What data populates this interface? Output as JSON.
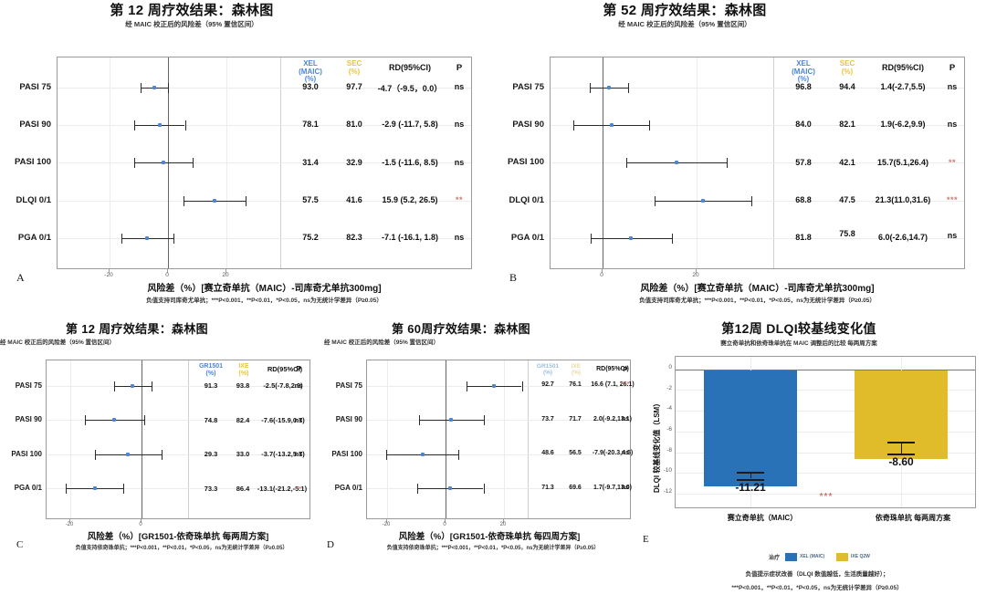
{
  "colors": {
    "point": "#4a86d6",
    "xel": "#4a86d6",
    "sec": "#e8c33c",
    "sig": "#c97b72",
    "bar_blue": "#2a72b8",
    "bar_yellow": "#e0bc2a",
    "axis": "#9a9a9a",
    "grid": "#ececec"
  },
  "panels": {
    "A": {
      "letter": "A",
      "title": "第 12 周疗效结果：森林图",
      "subtitle": "经 MAIC 校正后的风险差（95% 置信区间）",
      "columns": [
        "XEL\n(MAIC)\n(%)",
        "SEC\n(%)",
        "RD(95%CI)",
        "P"
      ],
      "col_xel": "XEL\n(MAIC)\n(%)",
      "col_sec": "SEC\n(%)",
      "col_rd": "RD(95%CI)",
      "col_p": "P",
      "axis_title": "风险差（%）[赛立奇单抗（MAIC）-司库奇尤单抗300mg]",
      "footnote": "负值支持司库奇尤单抗；***P<0.001，**P<0.01，*P<0.05，ns为无统计学差异（P≥0.05）",
      "xticks": [
        "-20",
        "0",
        "20"
      ],
      "xlim": [
        -28,
        36
      ],
      "rows": [
        {
          "label": "PASI 75",
          "xel": "93.0",
          "sec": "97.7",
          "rd": "-4.7（-9.5，0.0）",
          "p": "ns",
          "est": -4.7,
          "lo": -9.5,
          "hi": 0.0
        },
        {
          "label": "PASI 90",
          "xel": "78.1",
          "sec": "81.0",
          "rd": "-2.9 (-11.7, 5.8)",
          "p": "ns",
          "est": -2.9,
          "lo": -11.7,
          "hi": 5.8
        },
        {
          "label": "PASI 100",
          "xel": "31.4",
          "sec": "32.9",
          "rd": "-1.5 (-11.6, 8.5)",
          "p": "ns",
          "est": -1.5,
          "lo": -11.6,
          "hi": 8.5
        },
        {
          "label": "DLQI 0/1",
          "xel": "57.5",
          "sec": "41.6",
          "rd": "15.9 (5.2, 26.5)",
          "p": "**",
          "est": 15.9,
          "lo": 5.2,
          "hi": 26.5
        },
        {
          "label": "PGA 0/1",
          "xel": "75.2",
          "sec": "82.3",
          "rd": "-7.1 (-16.1, 1.8)",
          "p": "ns",
          "est": -7.1,
          "lo": -16.1,
          "hi": 1.8
        }
      ]
    },
    "B": {
      "letter": "B",
      "title": "第 52 周疗效结果：森林图",
      "subtitle": "经 MAIC 校正后的风险差（95% 置信区间）",
      "col_xel": "XEL\n(MAIC)\n(%)",
      "col_sec": "SEC\n(%)",
      "col_rd": "RD(95%CI)",
      "col_p": "P",
      "axis_title": "风险差（%）[赛立奇单抗（MAIC）-司库奇尤单抗300mg]",
      "footnote": "负值支持司库奇尤单抗；***P<0.001，**P<0.01，*P<0.05，ns为无统计学差异（P≥0.05）",
      "xticks": [
        "0",
        "20"
      ],
      "xlim": [
        -12,
        36
      ],
      "rows": [
        {
          "label": "PASI 75",
          "xel": "96.8",
          "sec": "94.4",
          "rd": "1.4(-2.7,5.5)",
          "p": "ns",
          "est": 1.4,
          "lo": -2.7,
          "hi": 5.5
        },
        {
          "label": "PASI 90",
          "xel": "84.0",
          "sec": "82.1",
          "rd": "1.9(-6.2,9.9)",
          "p": "ns",
          "est": 1.9,
          "lo": -6.2,
          "hi": 9.9
        },
        {
          "label": "PASI 100",
          "xel": "57.8",
          "sec": "42.1",
          "rd": "15.7(5.1,26.4)",
          "p": "**",
          "est": 15.7,
          "lo": 5.1,
          "hi": 26.4
        },
        {
          "label": "DLQI 0/1",
          "xel": "68.8",
          "sec": "47.5",
          "rd": "21.3(11.0,31.6)",
          "p": "***",
          "est": 21.3,
          "lo": 11.0,
          "hi": 31.6
        },
        {
          "label": "PGA 0/1",
          "xel": "81.8",
          "sec": "75.8",
          "rd": "6.0(-2.6,14.7)",
          "p": "ns",
          "est": 6.0,
          "lo": -2.6,
          "hi": 14.7
        }
      ]
    },
    "C": {
      "letter": "C",
      "title": "第 12 周疗效结果：森林图",
      "subtitle": "经 MAIC 校正后的风险差（95% 置信区间）",
      "col_xel": "GR1501\n(%)",
      "col_sec": "IXE\n(%)",
      "col_rd": "RD(95%CI)",
      "col_p": "P",
      "axis_title": "风险差（%）[GR1501-依奇珠单抗 每两周方案]",
      "footnote": "负值支持依奇珠单抗；***P<0.001，**P<0.01，*P<0.05，ns为无统计学差异（P≥0.05）",
      "xticks": [
        "-20",
        "0"
      ],
      "xlim": [
        -26,
        14
      ],
      "rows": [
        {
          "label": "PASI 75",
          "xel": "91.3",
          "sec": "93.8",
          "rd": "-2.5(-7.8,2.9)",
          "p": "ns",
          "est": -2.5,
          "lo": -7.8,
          "hi": 2.9
        },
        {
          "label": "PASI 90",
          "xel": "74.8",
          "sec": "82.4",
          "rd": "-7.6(-15.9,0.7)",
          "p": "ns",
          "est": -7.6,
          "lo": -15.9,
          "hi": 0.7
        },
        {
          "label": "PASI 100",
          "xel": "29.3",
          "sec": "33.0",
          "rd": "-3.7(-13.2,5.7)",
          "p": "ns",
          "est": -3.7,
          "lo": -13.2,
          "hi": 5.7
        },
        {
          "label": "PGA 0/1",
          "xel": "73.3",
          "sec": "86.4",
          "rd": "-13.1(-21.2,-5.1)",
          "p": "**",
          "est": -13.1,
          "lo": -21.2,
          "hi": -5.1
        }
      ]
    },
    "D": {
      "letter": "D",
      "title": "第 60周疗效结果：森林图",
      "subtitle": "经 MAIC 校正后的风险差（95% 置信区间）",
      "col_xel": "GR1501\n(%)",
      "col_sec": "IXE\n(%)",
      "col_rd": "RD(95%CI)",
      "col_p": "P",
      "axis_title": "风险差（%）[GR1501-依奇珠单抗 每四周方案]",
      "footnote": "负值支持依奇珠单抗；***P<0.001，**P<0.01，*P<0.05，ns为无统计学差异（P≥0.05）",
      "xticks": [
        "-20",
        "0",
        "20"
      ],
      "xlim": [
        -28,
        34
      ],
      "rows": [
        {
          "label": "PASI 75",
          "xel": "92.7",
          "sec": "76.1",
          "rd": "16.6 (7.1, 26.1)",
          "p": "***",
          "est": 16.6,
          "lo": 7.1,
          "hi": 26.1
        },
        {
          "label": "PASI 90",
          "xel": "73.7",
          "sec": "71.7",
          "rd": "2.0(-9.2,13.1)",
          "p": "ns",
          "est": 2.0,
          "lo": -9.2,
          "hi": 13.1
        },
        {
          "label": "PASI 100",
          "xel": "48.6",
          "sec": "56.5",
          "rd": "-7.9(-20.3,4.5)",
          "p": "ns",
          "est": -7.9,
          "lo": -20.3,
          "hi": 4.5
        },
        {
          "label": "PGA 0/1",
          "xel": "71.3",
          "sec": "69.6",
          "rd": "1.7(-9.7,13.0)",
          "p": "ns",
          "est": 1.7,
          "lo": -9.7,
          "hi": 13.0
        }
      ]
    },
    "E": {
      "letter": "E",
      "title": "第12周 DLQI较基线变化值",
      "subtitle": "赛立奇单抗和依奇珠单抗在 MAIC 调整后的比较 每两周方案",
      "ylabel": "DLQI 较基线变化值（LSM）",
      "yticks": [
        "0",
        "-2",
        "-4",
        "-6",
        "-8",
        "-10",
        "-12"
      ],
      "sig_marker": "***",
      "legend_title": "治疗",
      "legend_items": [
        {
          "label": "XEL (MAIC)",
          "color": "#2a72b8"
        },
        {
          "label": "IXE Q2W",
          "color": "#e0bc2a"
        }
      ],
      "footnote1": "负值提示症状改善（DLQI 数值越低，生活质量越好）；",
      "footnote2": "***P<0.001，**P<0.01，*P<0.05，ns为无统计学差异（P≥0.05）",
      "categories": [
        "赛立奇单抗（MAIC）",
        "依奇珠单抗 每两周方案"
      ],
      "values": [
        -11.21,
        -8.6
      ],
      "value_labels": [
        "-11.21",
        "-8.60"
      ],
      "err_low": [
        -11.5,
        -9.15
      ],
      "err_high": [
        -10.85,
        -7.95
      ],
      "ylim": [
        -13.5,
        1.2
      ]
    }
  },
  "chart_data": [
    {
      "type": "forest",
      "panel": "A",
      "title": "第 12 周疗效结果：森林图",
      "subtitle": "经 MAIC 校正后的风险差（95% 置信区间）",
      "xlabel": "风险差（%）[赛立奇单抗（MAIC）-司库奇尤单抗300mg]",
      "categories": [
        "PASI 75",
        "PASI 90",
        "PASI 100",
        "DLQI 0/1",
        "PGA 0/1"
      ],
      "estimates": [
        -4.7,
        -2.9,
        -1.5,
        15.9,
        -7.1
      ],
      "ci_low": [
        -9.5,
        -11.7,
        -11.6,
        5.2,
        -16.1
      ],
      "ci_high": [
        0.0,
        5.8,
        8.5,
        26.5,
        1.8
      ],
      "xlim": [
        -28,
        36
      ],
      "xticks": [
        -20,
        0,
        20
      ],
      "grid": true,
      "table": {
        "headers": [
          "XEL (MAIC) (%)",
          "SEC (%)",
          "RD(95%CI)",
          "P"
        ],
        "rows": [
          [
            "93.0",
            "97.7",
            "-4.7（-9.5，0.0）",
            "ns"
          ],
          [
            "78.1",
            "81.0",
            "-2.9 (-11.7, 5.8)",
            "ns"
          ],
          [
            "31.4",
            "32.9",
            "-1.5 (-11.6, 8.5)",
            "ns"
          ],
          [
            "57.5",
            "41.6",
            "15.9 (5.2, 26.5)",
            "**"
          ],
          [
            "75.2",
            "82.3",
            "-7.1 (-16.1, 1.8)",
            "ns"
          ]
        ]
      }
    },
    {
      "type": "forest",
      "panel": "B",
      "title": "第 52 周疗效结果：森林图",
      "subtitle": "经 MAIC 校正后的风险差（95% 置信区间）",
      "xlabel": "风险差（%）[赛立奇单抗（MAIC）-司库奇尤单抗300mg]",
      "categories": [
        "PASI 75",
        "PASI 90",
        "PASI 100",
        "DLQI 0/1",
        "PGA 0/1"
      ],
      "estimates": [
        1.4,
        1.9,
        15.7,
        21.3,
        6.0
      ],
      "ci_low": [
        -2.7,
        -6.2,
        5.1,
        11.0,
        -2.6
      ],
      "ci_high": [
        5.5,
        9.9,
        26.4,
        31.6,
        14.7
      ],
      "xlim": [
        -12,
        36
      ],
      "xticks": [
        0,
        20
      ],
      "grid": true,
      "table": {
        "headers": [
          "XEL (MAIC) (%)",
          "SEC (%)",
          "RD(95%CI)",
          "P"
        ],
        "rows": [
          [
            "96.8",
            "94.4",
            "1.4(-2.7,5.5)",
            "ns"
          ],
          [
            "84.0",
            "82.1",
            "1.9(-6.2,9.9)",
            "ns"
          ],
          [
            "57.8",
            "42.1",
            "15.7(5.1,26.4)",
            "**"
          ],
          [
            "68.8",
            "47.5",
            "21.3(11.0,31.6)",
            "***"
          ],
          [
            "81.8",
            "75.8",
            "6.0(-2.6,14.7)",
            "ns"
          ]
        ]
      }
    },
    {
      "type": "forest",
      "panel": "C",
      "title": "第 12 周疗效结果：森林图",
      "subtitle": "经 MAIC 校正后的风险差（95% 置信区间）",
      "xlabel": "风险差（%）[GR1501-依奇珠单抗 每两周方案]",
      "categories": [
        "PASI 75",
        "PASI 90",
        "PASI 100",
        "PGA 0/1"
      ],
      "estimates": [
        -2.5,
        -7.6,
        -3.7,
        -13.1
      ],
      "ci_low": [
        -7.8,
        -15.9,
        -13.2,
        -21.2
      ],
      "ci_high": [
        2.9,
        0.7,
        5.7,
        -5.1
      ],
      "xlim": [
        -26,
        14
      ],
      "xticks": [
        -20,
        0
      ],
      "grid": true,
      "table": {
        "headers": [
          "GR1501 (%)",
          "IXE (%)",
          "RD(95%CI)",
          "P"
        ],
        "rows": [
          [
            "91.3",
            "93.8",
            "-2.5(-7.8,2.9)",
            "ns"
          ],
          [
            "74.8",
            "82.4",
            "-7.6(-15.9,0.7)",
            "ns"
          ],
          [
            "29.3",
            "33.0",
            "-3.7(-13.2,5.7)",
            "ns"
          ],
          [
            "73.3",
            "86.4",
            "-13.1(-21.2,-5.1)",
            "**"
          ]
        ]
      }
    },
    {
      "type": "forest",
      "panel": "D",
      "title": "第 60周疗效结果：森林图",
      "subtitle": "经 MAIC 校正后的风险差（95% 置信区间）",
      "xlabel": "风险差（%）[GR1501-依奇珠单抗 每四周方案]",
      "categories": [
        "PASI 75",
        "PASI 90",
        "PASI 100",
        "PGA 0/1"
      ],
      "estimates": [
        16.6,
        2.0,
        -7.9,
        1.7
      ],
      "ci_low": [
        7.1,
        -9.2,
        -20.3,
        -9.7
      ],
      "ci_high": [
        26.1,
        13.1,
        4.5,
        13.0
      ],
      "xlim": [
        -28,
        34
      ],
      "xticks": [
        -20,
        0,
        20
      ],
      "grid": true,
      "table": {
        "headers": [
          "GR1501 (%)",
          "IXE (%)",
          "RD(95%CI)",
          "P"
        ],
        "rows": [
          [
            "92.7",
            "76.1",
            "16.6 (7.1, 26.1)",
            "***"
          ],
          [
            "73.7",
            "71.7",
            "2.0(-9.2,13.1)",
            "ns"
          ],
          [
            "48.6",
            "56.5",
            "-7.9(-20.3,4.5)",
            "ns"
          ],
          [
            "71.3",
            "69.6",
            "1.7(-9.7,13.0)",
            "ns"
          ]
        ]
      }
    },
    {
      "type": "bar",
      "panel": "E",
      "title": "第12周 DLQI较基线变化值",
      "subtitle": "赛立奇单抗和依奇珠单抗在 MAIC 调整后的比较 每两周方案",
      "xlabel": "",
      "ylabel": "DLQI 较基线变化值（LSM）",
      "categories": [
        "赛立奇单抗（MAIC）",
        "依奇珠单抗 每两周方案"
      ],
      "values": [
        -11.21,
        -8.6
      ],
      "errors_low": [
        -11.5,
        -9.15
      ],
      "errors_high": [
        -10.85,
        -7.95
      ],
      "colors": [
        "#2a72b8",
        "#e0bc2a"
      ],
      "ylim": [
        -13.5,
        1.2
      ],
      "yticks": [
        0,
        -2,
        -4,
        -6,
        -8,
        -10,
        -12
      ],
      "grid": true,
      "legend": {
        "title": "治疗",
        "entries": [
          "XEL (MAIC)",
          "IXE Q2W"
        ],
        "position": "bottom"
      },
      "annotations": [
        "***"
      ]
    }
  ]
}
